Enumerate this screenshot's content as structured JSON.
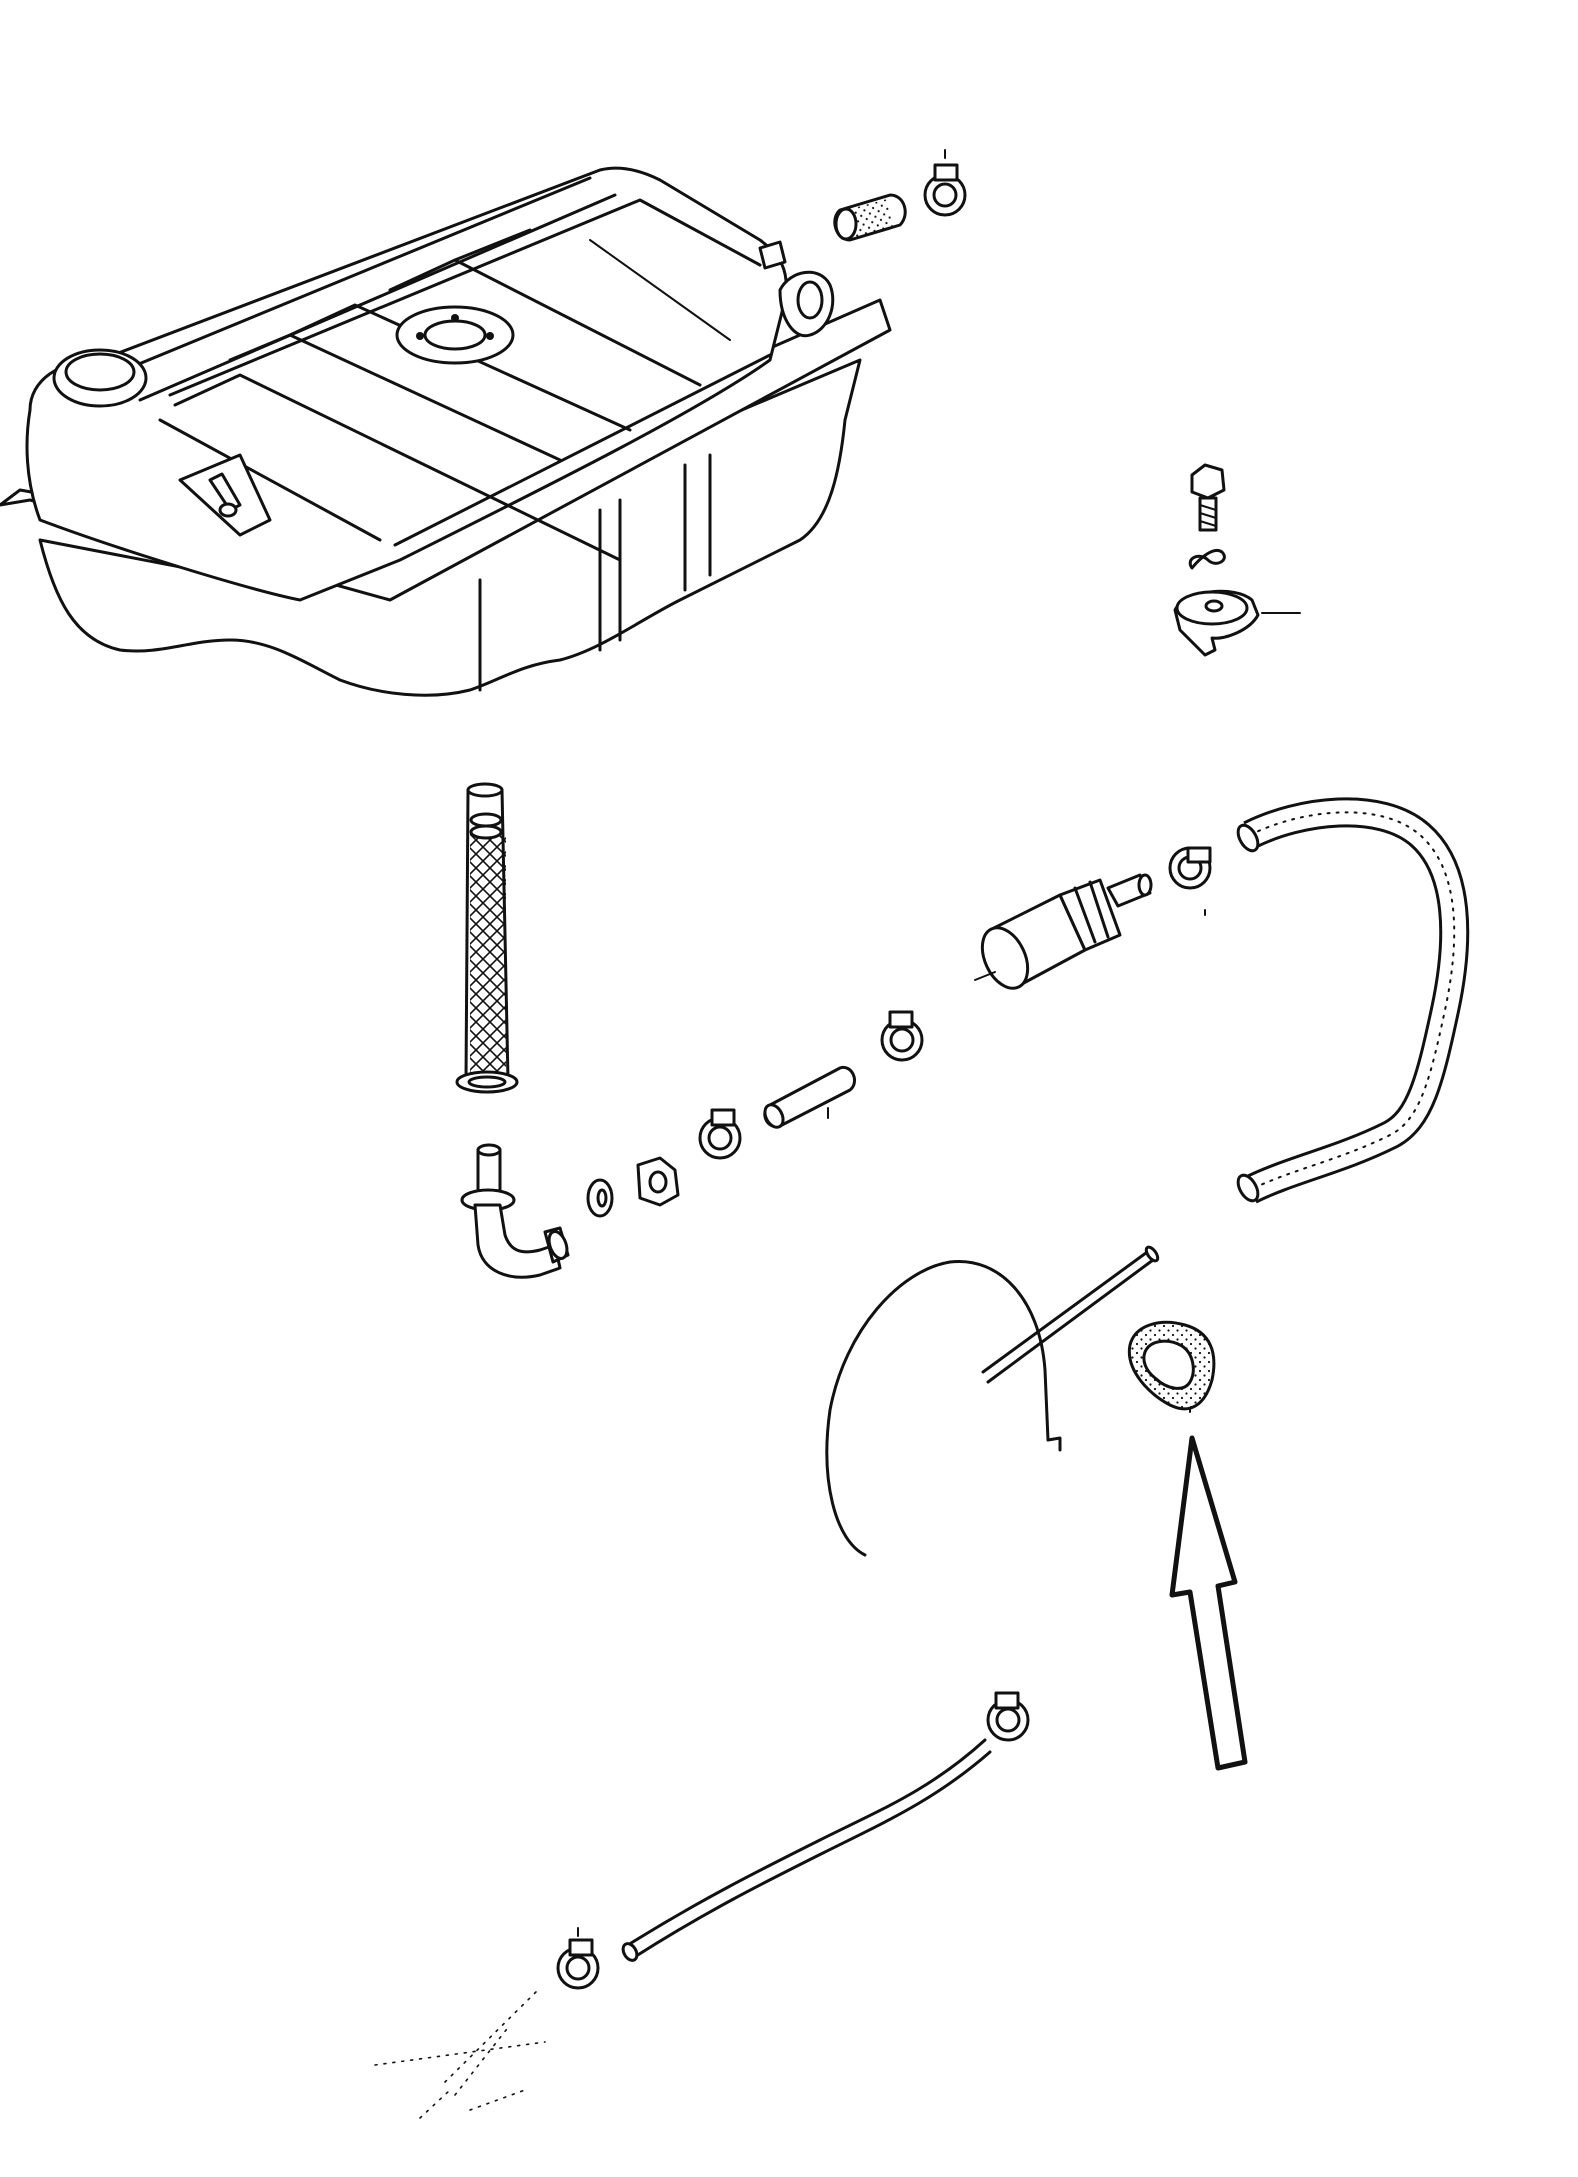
{
  "diagram": {
    "type": "exploded-parts-diagram",
    "components": [
      "fuel-tank",
      "hose-connector",
      "hose-clamp",
      "bolt",
      "lock-washer",
      "mounting-bracket",
      "fuel-filter-strainer",
      "fuel-filter",
      "fuel-hose",
      "elbow-fitting",
      "washer",
      "nut",
      "rubber-grommet",
      "fuel-line",
      "wheel-arch-panel"
    ],
    "highlighted_component": "rubber-grommet",
    "indicator": {
      "shape": "outline-arrow",
      "direction": "up",
      "color": "#111111"
    }
  }
}
